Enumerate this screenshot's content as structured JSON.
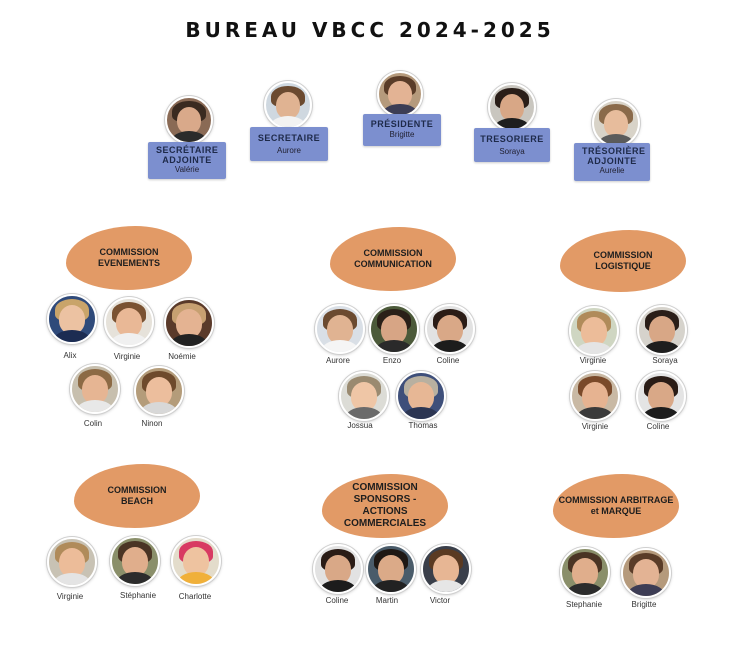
{
  "title": "BUREAU VBCC 2024-2025",
  "bureau": [
    {
      "role": "SECRÉTAIRE ADJOINTE",
      "name": "Valérie"
    },
    {
      "role": "SECRETAIRE",
      "name": "Aurore"
    },
    {
      "role": "PRÉSIDENTE",
      "name": "Brigitte"
    },
    {
      "role": "TRESORIERE",
      "name": "Soraya"
    },
    {
      "role": "TRÉSORIÈRE ADJOINTE",
      "name": "Aurelie"
    }
  ],
  "commissions": [
    {
      "title": "COMMISSION EVENEMENTS",
      "members": [
        "Alix",
        "Virginie",
        "Noémie",
        "Colin",
        "Ninon"
      ]
    },
    {
      "title": "COMMISSION COMMUNICATION",
      "members": [
        "Aurore",
        "Enzo",
        "Coline",
        "Jossua",
        "Thomas"
      ]
    },
    {
      "title": "COMMISSION LOGISTIQUE",
      "members": [
        "Virginie",
        "Soraya",
        "Virginie",
        "Coline"
      ]
    },
    {
      "title": "COMMISSION BEACH",
      "members": [
        "Virginie",
        "Stéphanie",
        "Charlotte"
      ]
    },
    {
      "title": "COMMISSION SPONSORS - ACTIONS COMMERCIALES",
      "members": [
        "Coline",
        "Martin",
        "Victor"
      ]
    },
    {
      "title": "COMMISSION ARBITRAGE et MARQUE",
      "members": [
        "Stephanie",
        "Brigitte"
      ]
    }
  ],
  "colors": {
    "bureau_box": "#7c8fcf",
    "commission_blob": "#e29a66"
  }
}
